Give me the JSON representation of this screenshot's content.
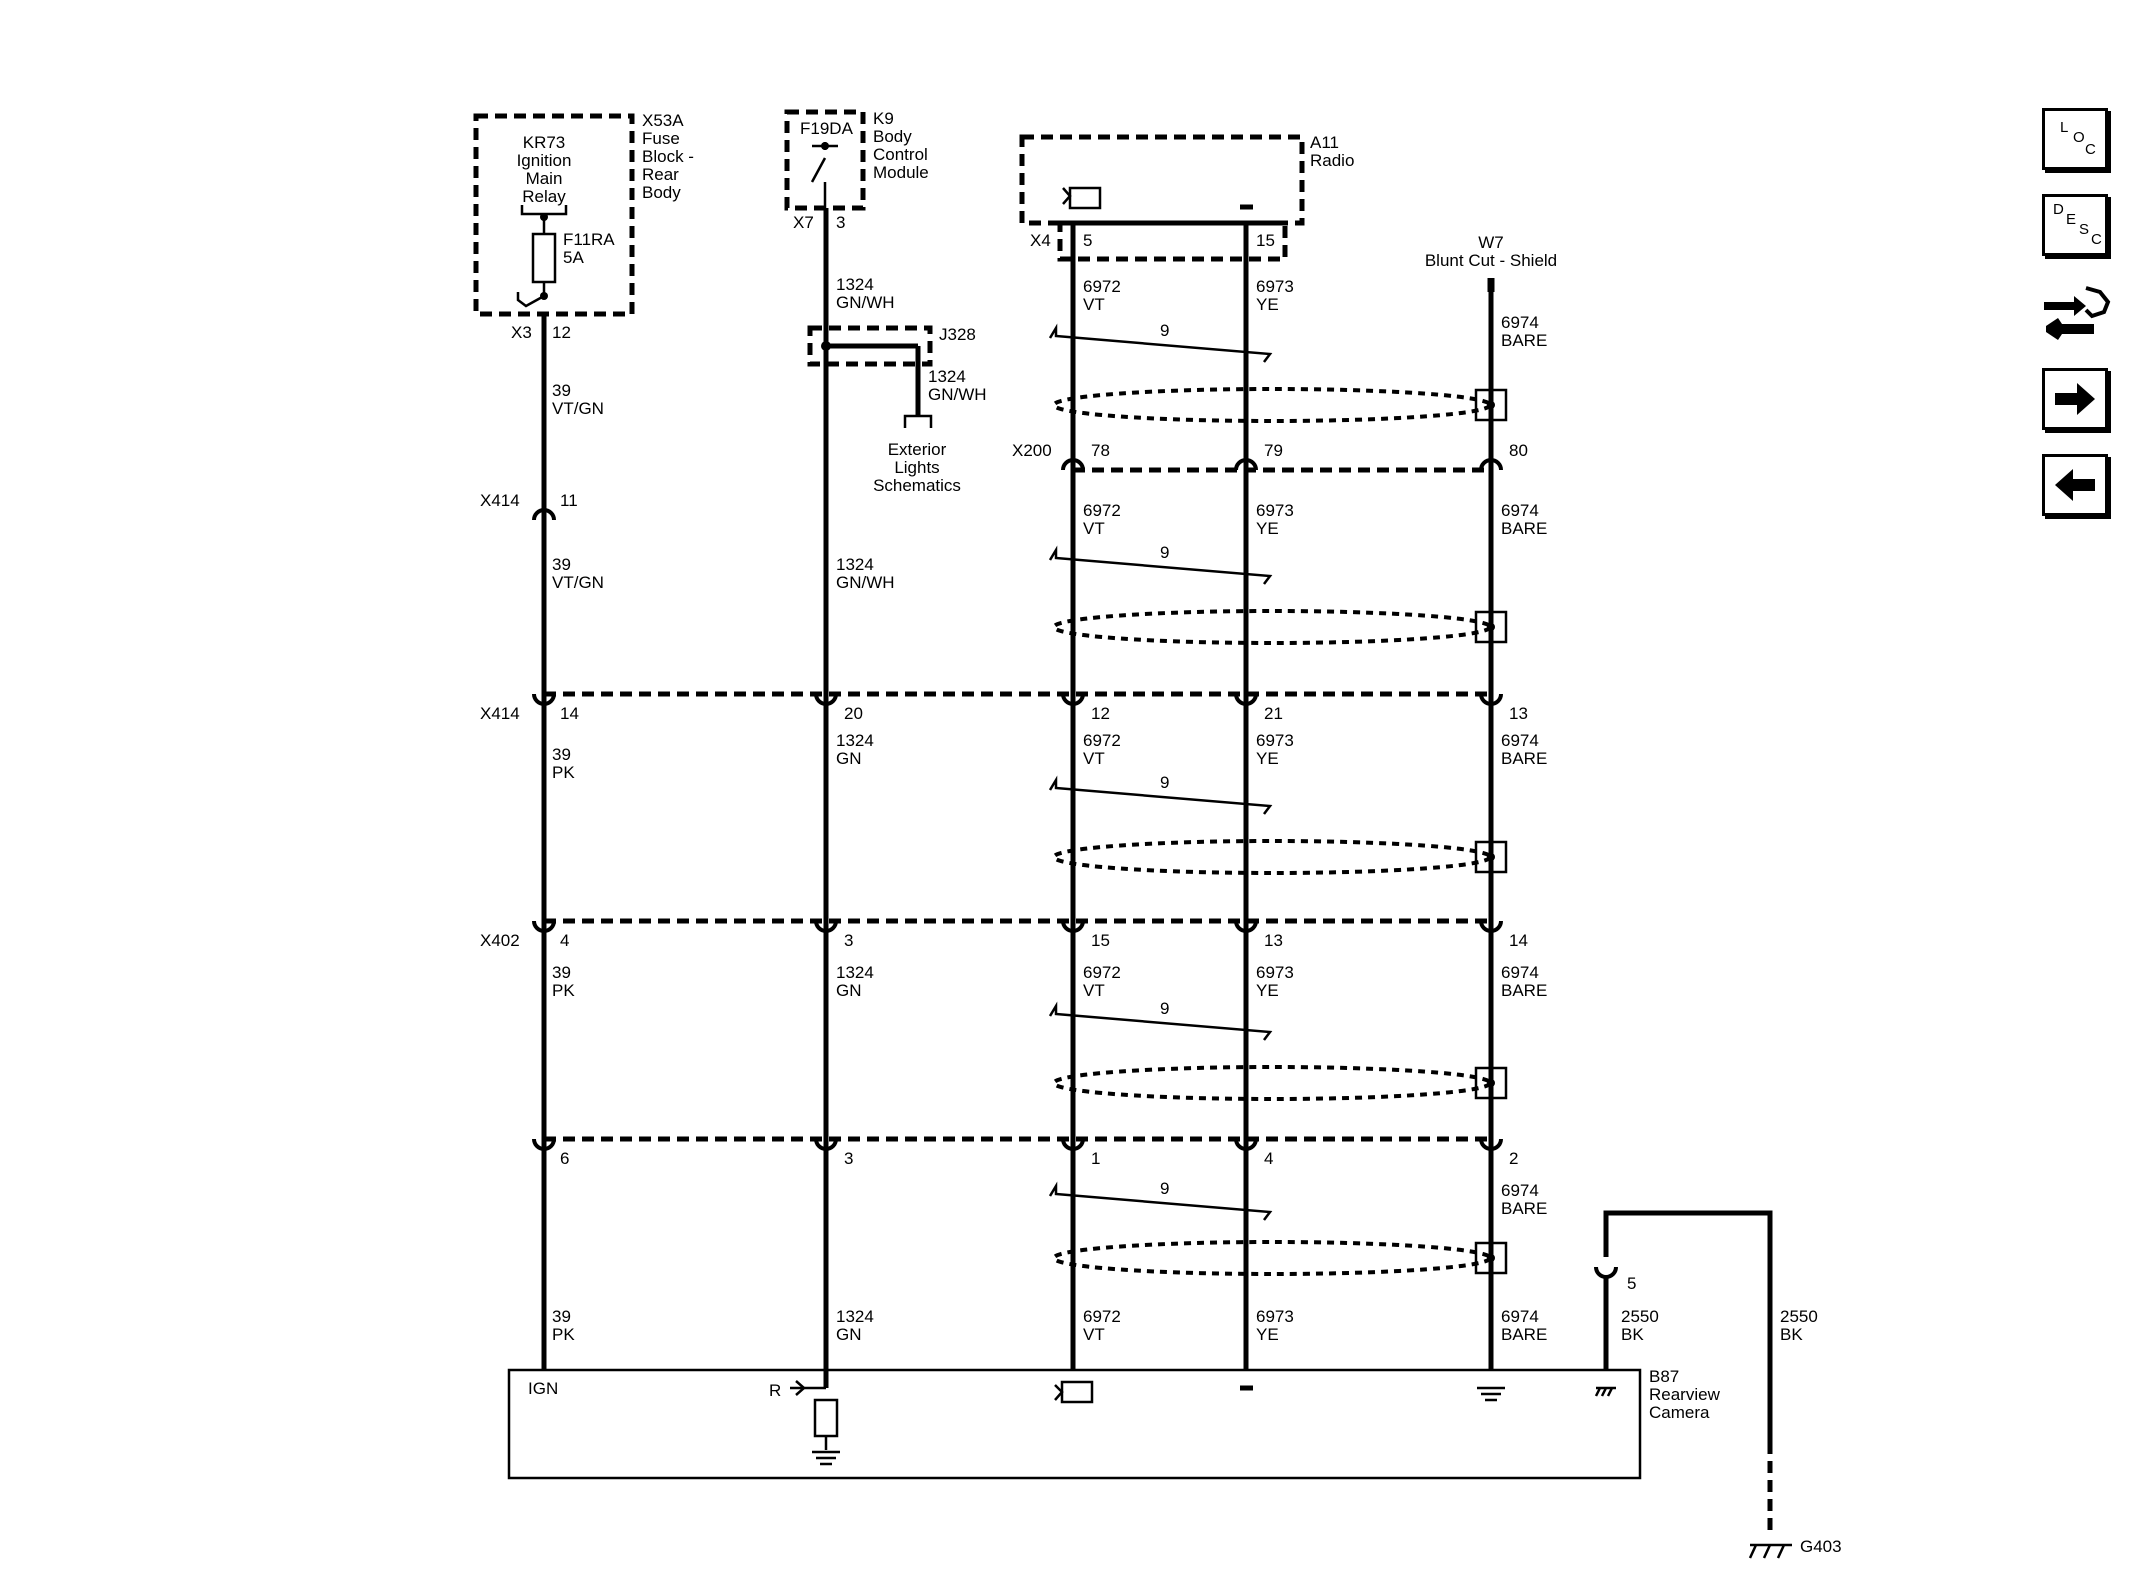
{
  "components": {
    "fuse_block": {
      "ref": "X53A",
      "line1": "Fuse",
      "line2": "Block -",
      "line3": "Rear",
      "line4": "Body"
    },
    "relay": {
      "ref": "KR73",
      "line1": "Ignition",
      "line2": "Main",
      "line3": "Relay"
    },
    "fuse": {
      "ref": "F11RA",
      "rating": "5A"
    },
    "bcm": {
      "ref": "K9",
      "line1": "Body",
      "line2": "Control",
      "line3": "Module",
      "output": "F19DA"
    },
    "radio": {
      "ref": "A11",
      "name": "Radio"
    },
    "shield": {
      "ref": "W7",
      "name": "Blunt Cut - Shield"
    },
    "splice": {
      "ref": "J328",
      "circuit": "1324",
      "color": "GN/WH",
      "dest1": "Exterior",
      "dest2": "Lights",
      "dest3": "Schematics"
    },
    "camera": {
      "ref": "B87",
      "line1": "Rearview",
      "line2": "Camera",
      "pin_ign": "IGN",
      "pin_r": "R"
    },
    "ground": {
      "ref": "G403"
    }
  },
  "connectors": {
    "x3": {
      "ref": "X3",
      "pin": "12"
    },
    "x7": {
      "ref": "X7",
      "pin": "3"
    },
    "x4": {
      "ref": "X4",
      "pin_vt": "5",
      "pin_ye": "15"
    },
    "x200": {
      "ref": "X200",
      "pin_vt": "78",
      "pin_ye": "79",
      "pin_bare": "80"
    },
    "x414a": {
      "ref": "X414",
      "pin": "11"
    },
    "x414b": {
      "ref": "X414",
      "pin_ign": "14",
      "pin_gn": "20",
      "pin_vt": "12",
      "pin_ye": "21",
      "pin_bare": "13"
    },
    "x402": {
      "ref": "X402",
      "pin_ign": "4",
      "pin_gn": "3",
      "pin_vt": "15",
      "pin_ye": "13",
      "pin_bare": "14"
    },
    "cam": {
      "pin_ign": "6",
      "pin_gn": "3",
      "pin_vt": "1",
      "pin_ye": "4",
      "pin_bare": "2",
      "pin_gnd": "5"
    }
  },
  "wires": {
    "c39": "39",
    "c1324": "1324",
    "c6972": "6972",
    "c6973": "6973",
    "c6974": "6974",
    "c2550": "2550",
    "vtgn": "VT/GN",
    "pk": "PK",
    "gnwh": "GN/WH",
    "gn": "GN",
    "vt": "VT",
    "ye": "YE",
    "bare": "BARE",
    "bk": "BK",
    "twist": "9"
  },
  "nav": {
    "loc": [
      "L",
      "O",
      "C"
    ],
    "desc": [
      "D",
      "E",
      "S",
      "C"
    ],
    "icons": [
      "connector-wrench-icon",
      "arrow-right-icon",
      "arrow-left-icon"
    ]
  }
}
